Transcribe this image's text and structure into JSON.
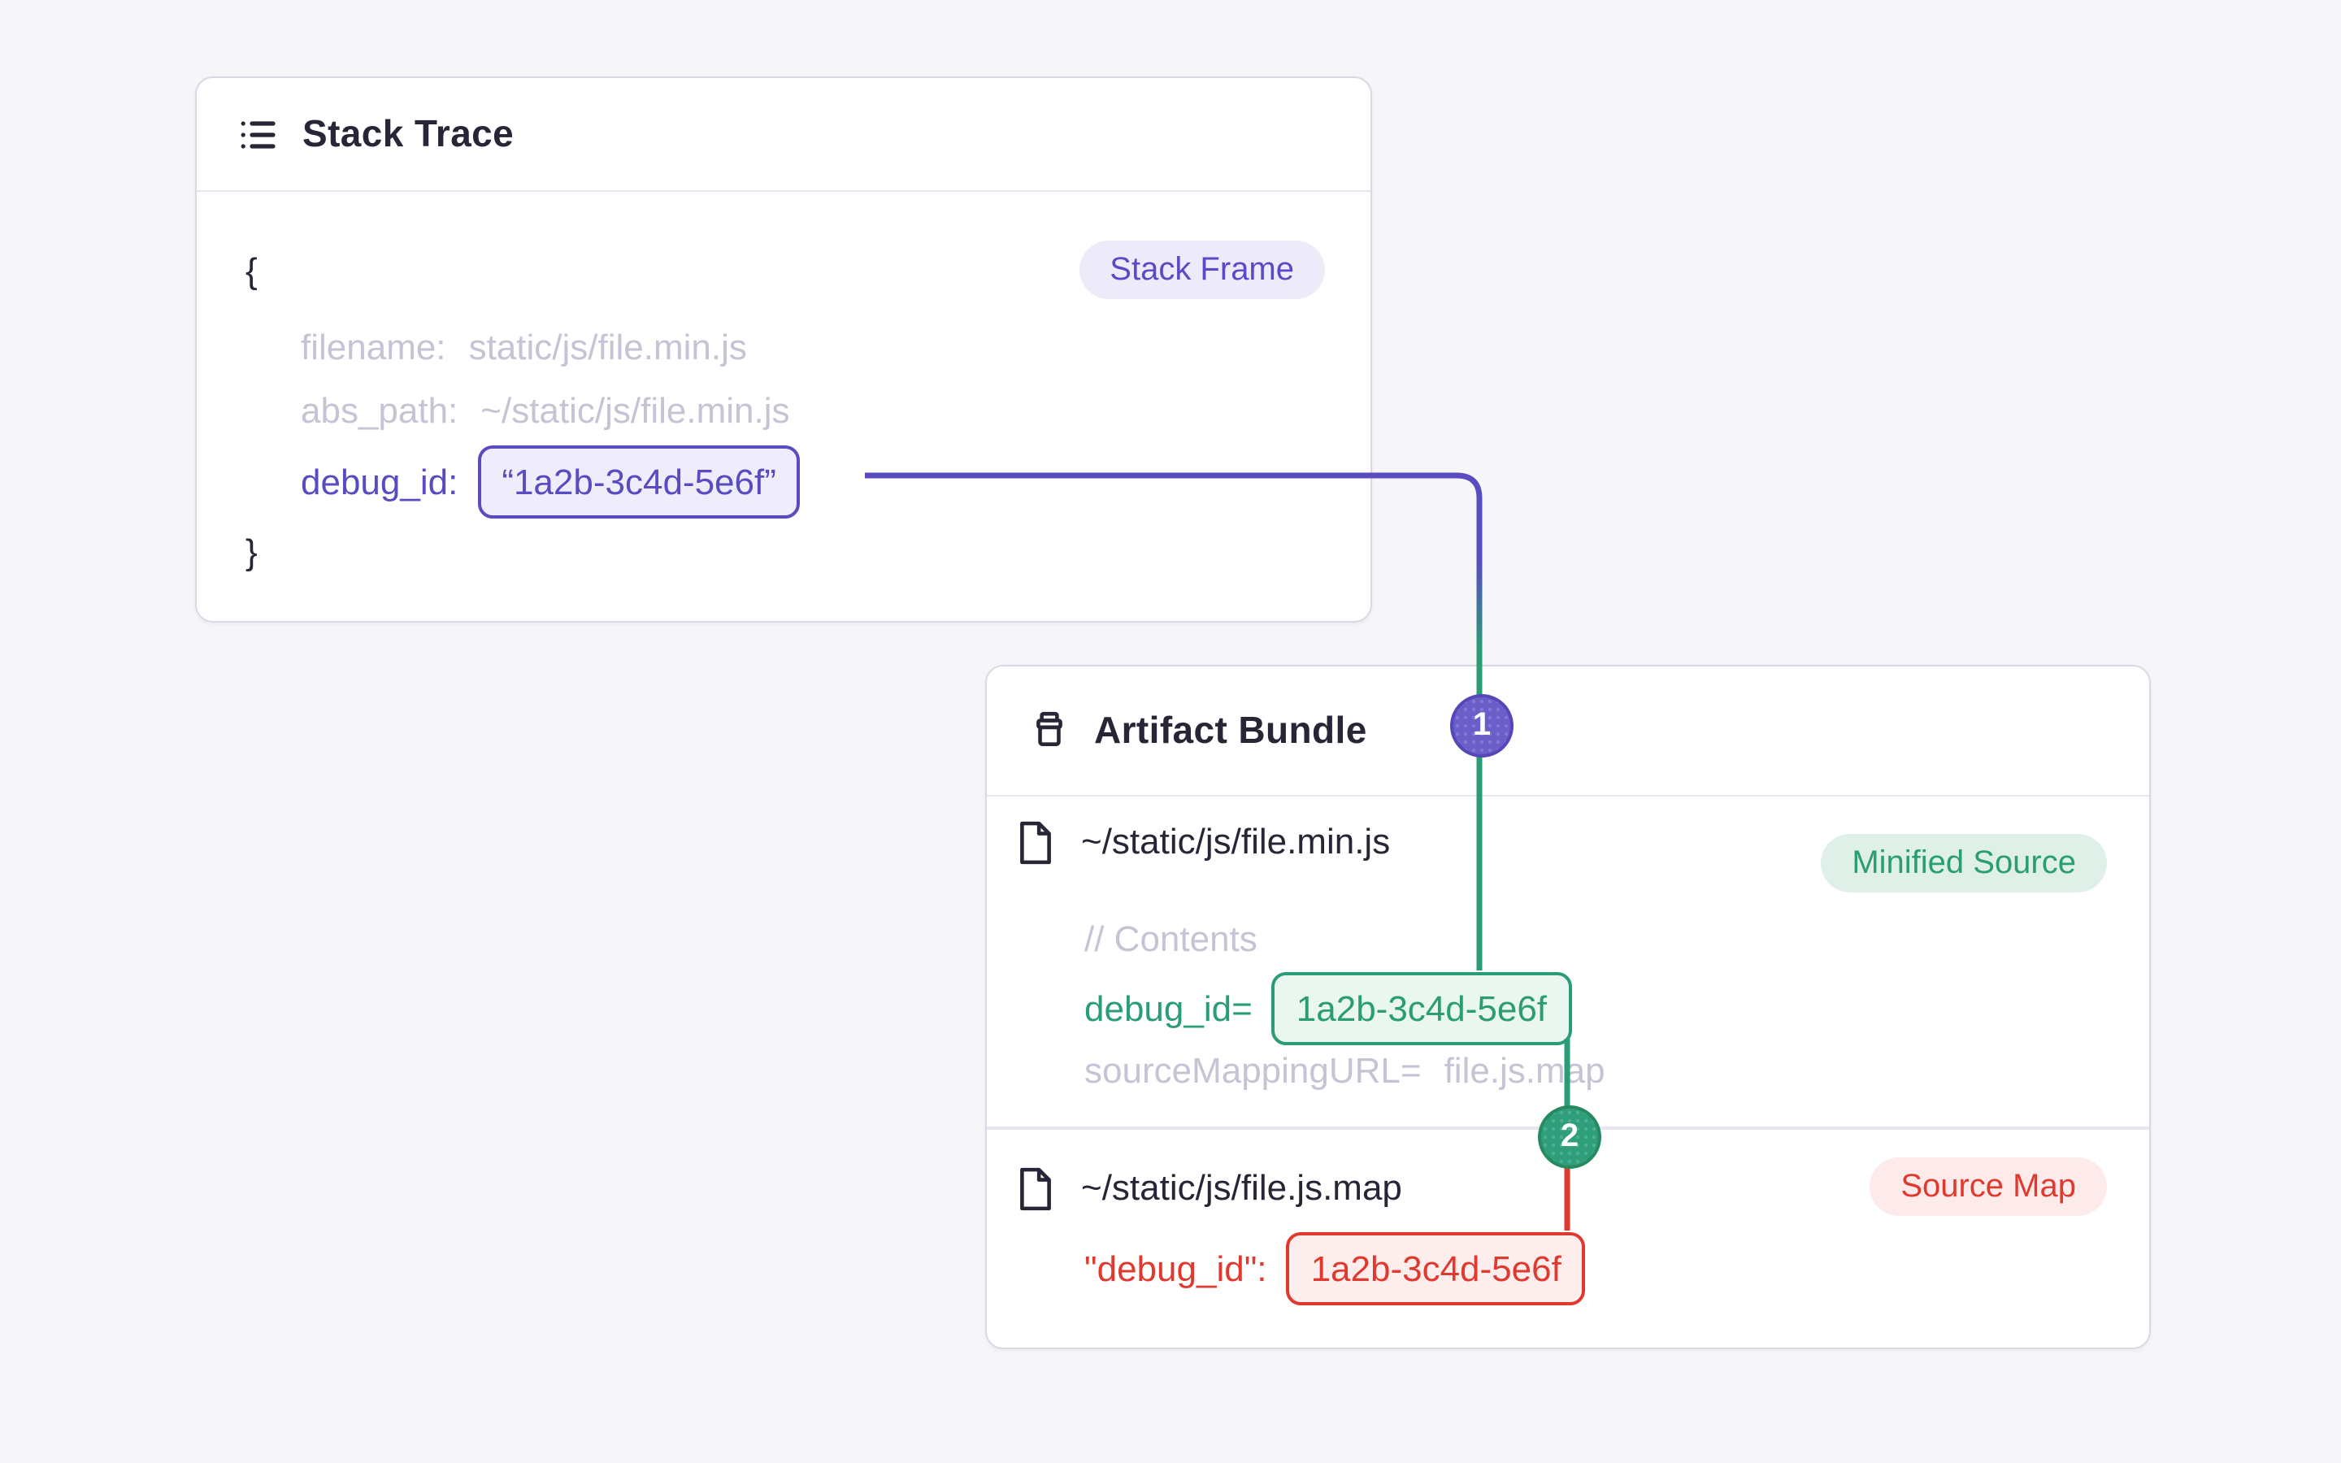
{
  "stack_trace_card": {
    "title": "Stack Trace",
    "badge": "Stack Frame",
    "open_brace": "{",
    "close_brace": "}",
    "fields": [
      {
        "label": "filename:",
        "value": "static/js/file.min.js"
      },
      {
        "label": "abs_path:",
        "value": "~/static/js/file.min.js"
      },
      {
        "label": "debug_id:",
        "value": "“1a2b-3c4d-5e6f”"
      }
    ]
  },
  "artifact_bundle_card": {
    "title": "Artifact Bundle",
    "files": [
      {
        "path": "~/static/js/file.min.js",
        "badge": "Minified Source",
        "comment": "// Contents",
        "debug_label": "debug_id=",
        "debug_value": "1a2b-3c4d-5e6f",
        "mapping_label": "sourceMappingURL=",
        "mapping_value": "file.js.map"
      },
      {
        "path": "~/static/js/file.js.map",
        "badge": "Source Map",
        "debug_label": "\"debug_id\":",
        "debug_value": "1a2b-3c4d-5e6f"
      }
    ]
  },
  "connector_badges": {
    "step1": "1",
    "step2": "2"
  },
  "colors": {
    "background": "#f6f6f9",
    "card_border": "#dbd8e6",
    "heading_text": "#2a2536",
    "muted_text": "#c6c3d4",
    "purple_accent": "#584cc0",
    "green_accent": "#2b9d74",
    "red_accent": "#e03a2f",
    "badge1_fill": "#6a5ec9",
    "badge2_fill": "#2f9e7b"
  }
}
